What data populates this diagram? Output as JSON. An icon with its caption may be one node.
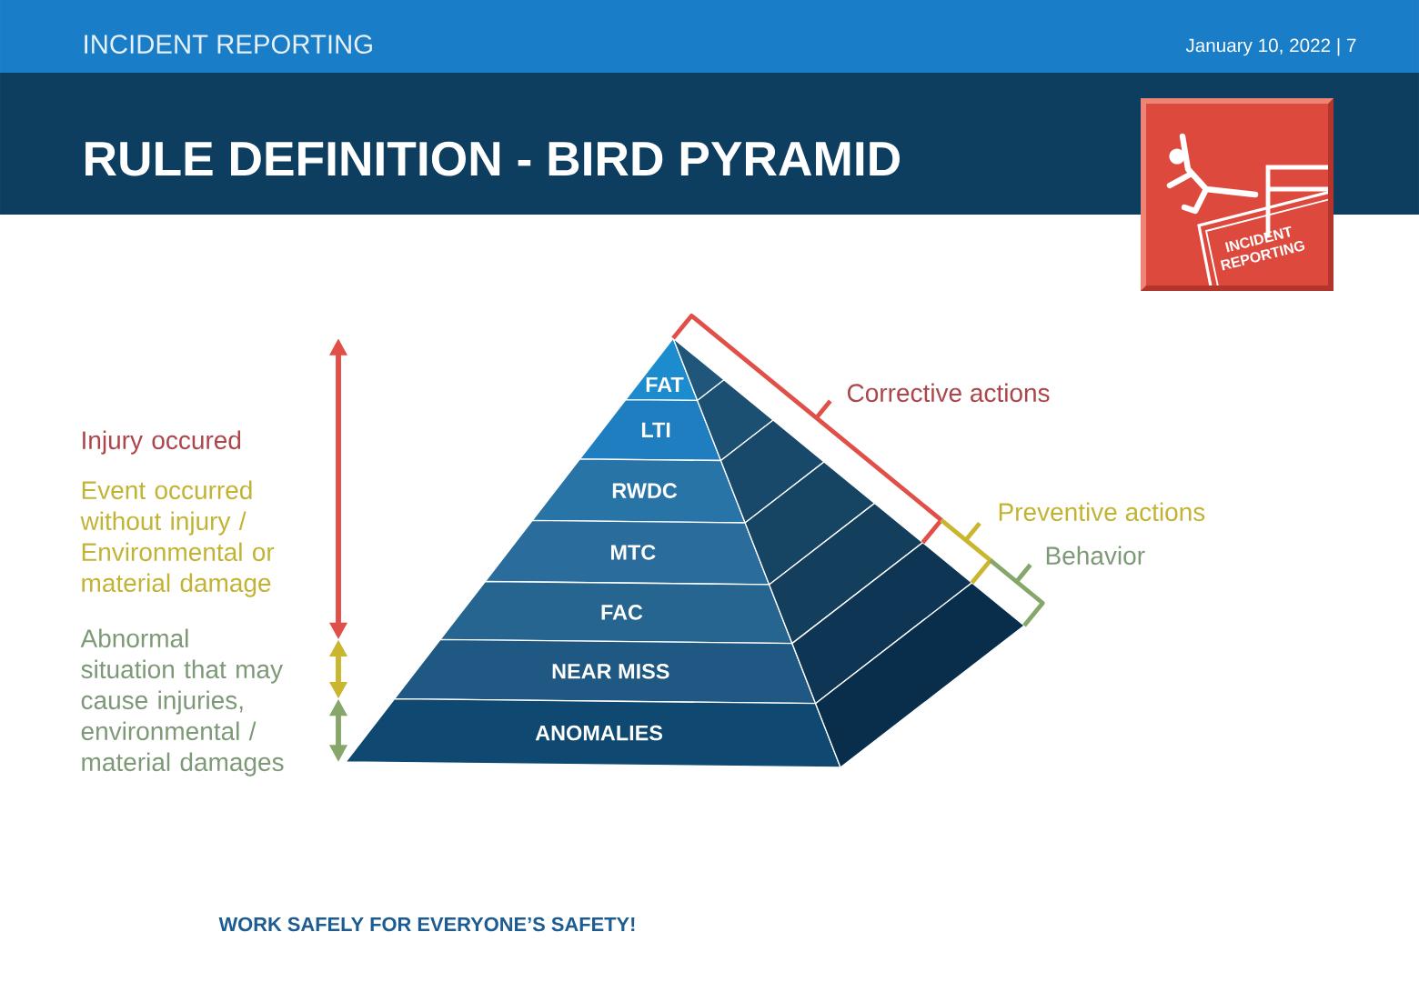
{
  "diagram": {
    "title": "RULE DEFINITION - BIRD PYRAMID",
    "nodes": [
      {
        "text": [
          "FAT"
        ]
      },
      {
        "text": [
          "LTI"
        ]
      },
      {
        "text": [
          "RWDC"
        ]
      },
      {
        "text": [
          "MTC"
        ]
      },
      {
        "text": [
          "FAC"
        ]
      },
      {
        "text": [
          "NEAR MISS"
        ]
      },
      {
        "text": [
          "ANOMALIES"
        ]
      }
    ],
    "labels": [
      "INCIDENT REPORTING",
      "January 10, 2022 | 7",
      "INCIDENT REPORTING",
      "Injury occured",
      "Corrective actions",
      "Event occurred without injury / Environmental or material damage",
      "Preventive actions",
      "Behavior",
      "Abnormal situation that may cause injuries, environmental / material damages",
      "WORK SAFELY FOR EVERYONE’S SAFETY!"
    ]
  }
}
